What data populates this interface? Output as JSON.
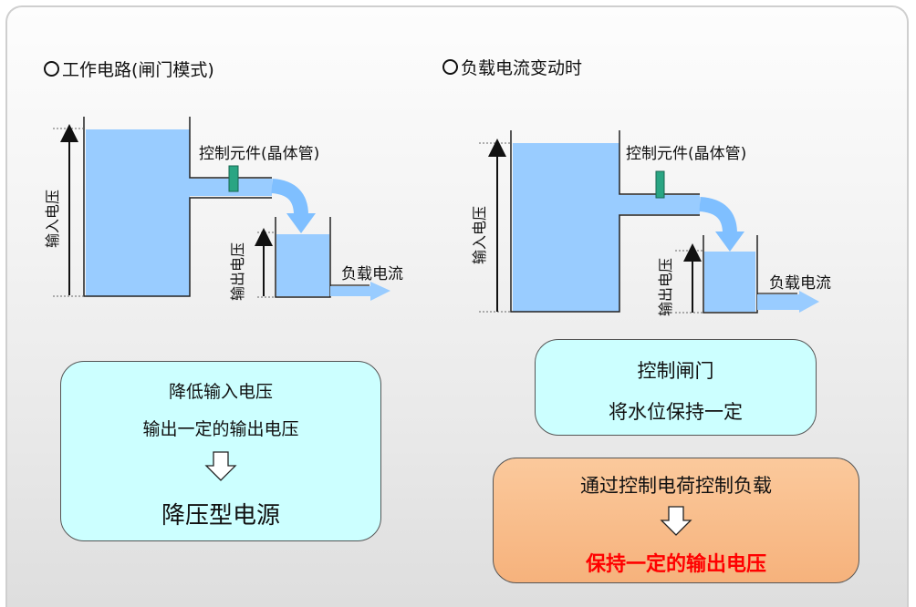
{
  "left": {
    "title": "工作电路(闸门模式)",
    "control_label": "控制元件(晶体管)",
    "input_label": "输入电压",
    "output_label": "输出电压",
    "load_label": "负载电流",
    "box": {
      "line1": "降低输入电压",
      "line2": "输出一定的输出电压",
      "result": "降压型电源"
    }
  },
  "right": {
    "title": "负载电流变动时",
    "control_label": "控制元件(晶体管)",
    "input_label": "输入电压",
    "output_label": "输出电压",
    "load_label": "负载电流",
    "box1": {
      "line1": "控制闸门",
      "line2": "将水位保持一定"
    },
    "box2": {
      "line1": "通过控制电荷控制负载",
      "result": "保持一定的输出电压"
    }
  },
  "colors": {
    "water": "#99ccff",
    "valve": "#2aa583",
    "arrow": "#7fbfff",
    "box_cyan": "#ccffff",
    "box_orange": "#f8bb86",
    "result_red": "#ff0000"
  }
}
